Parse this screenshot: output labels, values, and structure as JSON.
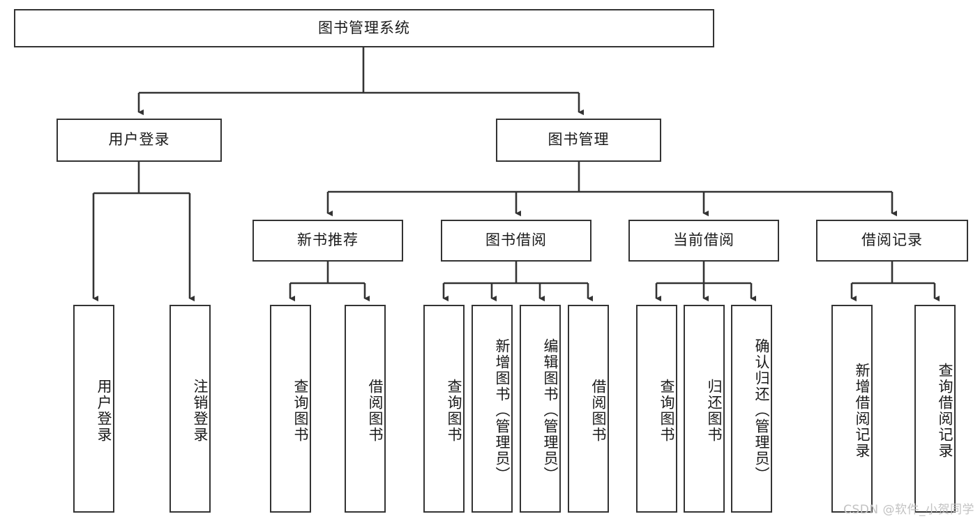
{
  "diagram": {
    "title": "图书管理系统",
    "watermark": "CSDN @软件_小贺同学",
    "stroke_color": "#333333",
    "background_color": "#ffffff",
    "text_color": "#1a1a1a",
    "watermark_color": "#c2c2c2",
    "levels": {
      "root": {
        "label": "图书管理系统"
      },
      "level2": [
        {
          "id": "user-login",
          "label": "用户登录"
        },
        {
          "id": "book-management",
          "label": "图书管理"
        }
      ],
      "level3": [
        {
          "id": "new-book-recommend",
          "label": "新书推荐"
        },
        {
          "id": "book-borrow",
          "label": "图书借阅"
        },
        {
          "id": "current-borrow",
          "label": "当前借阅"
        },
        {
          "id": "borrow-record",
          "label": "借阅记录"
        }
      ],
      "leaves": {
        "user_login": [
          {
            "id": "leaf-user-login",
            "label": "用户登录"
          },
          {
            "id": "leaf-logout-login",
            "label": "注销登录"
          }
        ],
        "new_book_recommend": [
          {
            "id": "leaf-query-book-1",
            "label": "查询图书"
          },
          {
            "id": "leaf-borrow-book-1",
            "label": "借阅图书"
          }
        ],
        "book_borrow": [
          {
            "id": "leaf-query-book-2",
            "label": "查询图书"
          },
          {
            "id": "leaf-add-book",
            "label": "新增图书（管理员）"
          },
          {
            "id": "leaf-edit-book",
            "label": "编辑图书（管理员）"
          },
          {
            "id": "leaf-borrow-book-2",
            "label": "借阅图书"
          }
        ],
        "current_borrow": [
          {
            "id": "leaf-query-book-3",
            "label": "查询图书"
          },
          {
            "id": "leaf-return-book",
            "label": "归还图书"
          },
          {
            "id": "leaf-confirm-return",
            "label": "确认归还（管理员）"
          }
        ],
        "borrow_record": [
          {
            "id": "leaf-add-record",
            "label": "新增借阅记录"
          },
          {
            "id": "leaf-query-record",
            "label": "查询借阅记录"
          }
        ]
      }
    }
  }
}
